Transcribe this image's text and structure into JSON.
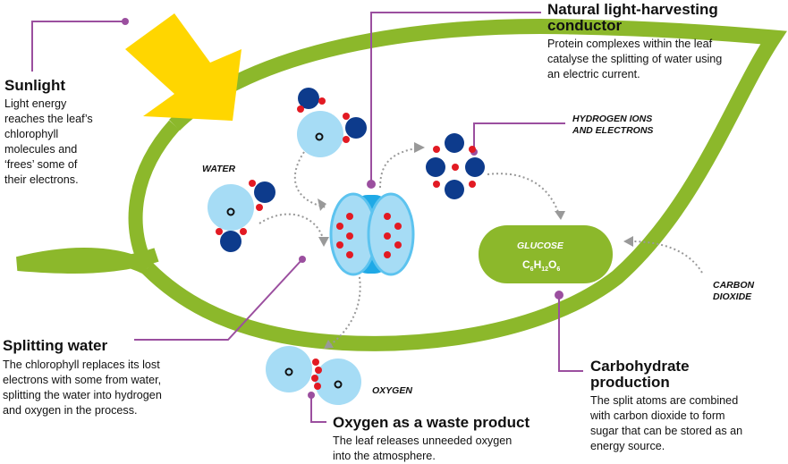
{
  "sunlight": {
    "title": "Sunlight",
    "lines": [
      "Light energy",
      "reaches the leaf’s",
      "chlorophyll",
      "molecules and",
      "‘frees’ some of",
      "their electrons."
    ]
  },
  "conductor": {
    "title_lines": [
      "Natural light-harvesting",
      "conductor"
    ],
    "lines": [
      "Protein complexes within the leaf",
      "catalyse the splitting of water using",
      "an electric current."
    ]
  },
  "hydrogen": {
    "lines": [
      "HYDROGEN IONS",
      "AND ELECTRONS"
    ]
  },
  "water": {
    "label": "WATER"
  },
  "glucose": {
    "label": "GLUCOSE",
    "formula": {
      "c": "C",
      "c_n": "6",
      "h": "H",
      "h_n": "12",
      "o": "O",
      "o_n": "6"
    }
  },
  "carbon": {
    "lines": [
      "CARBON",
      "DIOXIDE"
    ]
  },
  "splitting": {
    "title": "Splitting water",
    "lines": [
      "The chlorophyll replaces its lost",
      "electrons with some from water,",
      "splitting the water into hydrogen",
      "and oxygen in the process."
    ]
  },
  "oxygen": {
    "label": "OXYGEN",
    "title": "Oxygen as a waste product",
    "lines": [
      "The leaf releases unneeded oxygen",
      "into the atmosphere."
    ]
  },
  "carbohydrate": {
    "title_lines": [
      "Carbohydrate",
      "production"
    ],
    "lines": [
      "The split atoms are combined",
      "with carbon dioxide to form",
      "sugar that can be stored as an",
      "energy source."
    ]
  },
  "colors": {
    "leaf": "#8cb82b",
    "sun": "#ffd600",
    "oxygen_atom": "#a6dcf5",
    "hydrogen_atom": "#0d3b8c",
    "electron": "#e21a23",
    "pointer": "#9b4f9f",
    "conductor": "#1fa9e6"
  }
}
